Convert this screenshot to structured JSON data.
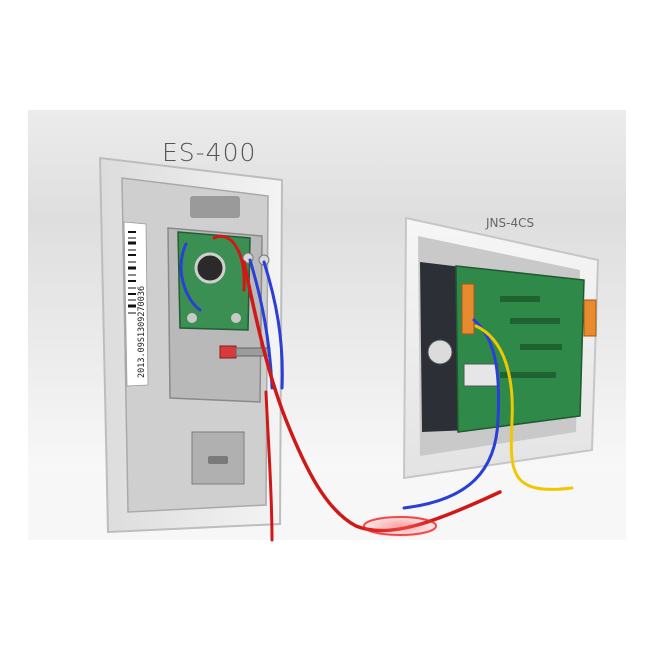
{
  "labels": {
    "left_device": "ES-400",
    "right_device": "JNS-4CS",
    "barcode_text": "2013.09S1309270036"
  },
  "colors": {
    "background_band": "#dcdcdc",
    "device_plate": "#eeeeee",
    "pcb_green": "#2f8a4a",
    "wire_red": "#d01818",
    "wire_blue": "#2a3fd6",
    "wire_yellow": "#f0c800",
    "connector_orange": "#e88b2e"
  }
}
